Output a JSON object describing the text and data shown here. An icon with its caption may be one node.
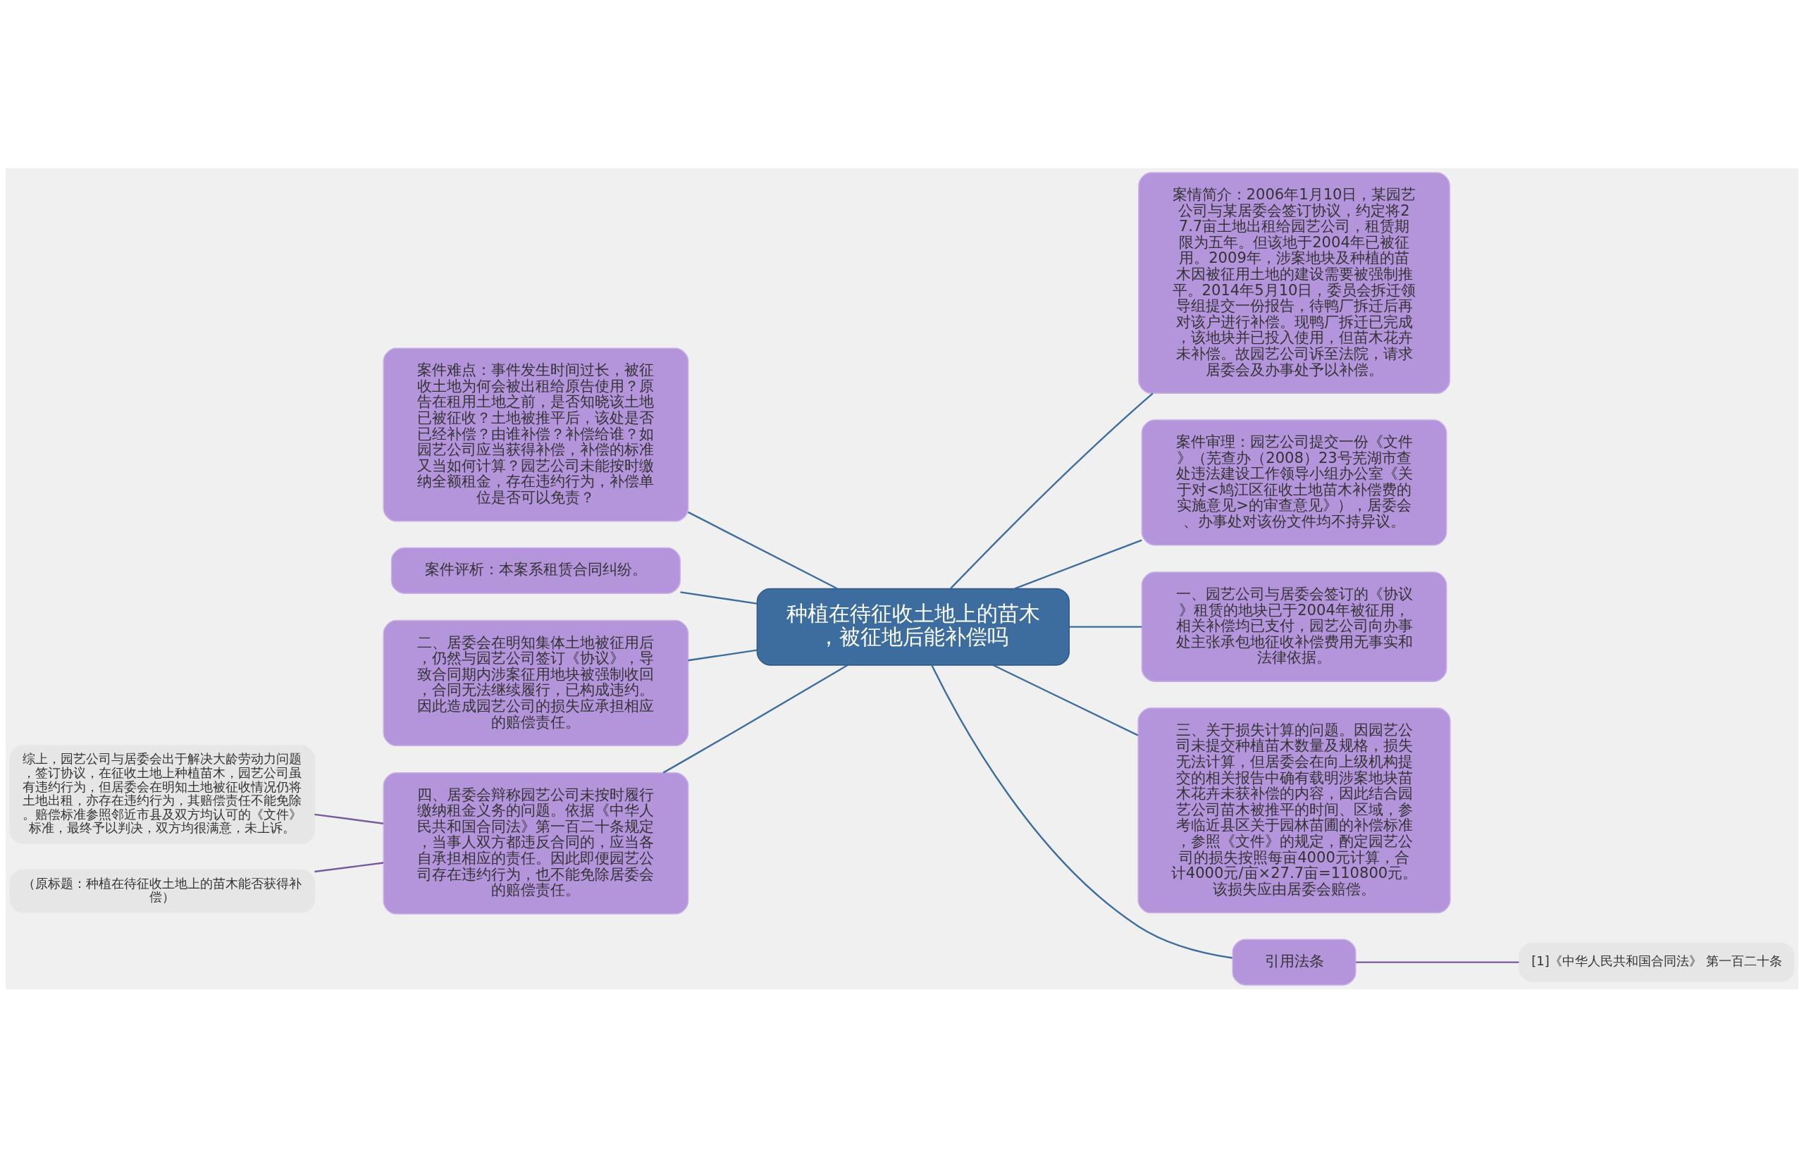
{
  "diagram": {
    "nodes": [
      {
        "text": [
          "种植在待征收土地上的苗木，被征地后能补偿吗"
        ]
      },
      {
        "text": [
          "案情简介：2006年1月10日，某园艺公司与某居委会签订协议，约定将27.7亩土地出租给园艺公司，租赁期限为五年。但该地于2004年已被征用。2009年，涉案地块及种植的苗木因被征用土地的建设需要被强制推平。2014年5月10日，委员会拆迁领导组提交一份报告，待鸭厂拆迁后再对该户进行补偿。现鸭厂拆迁已完成，该地块并已投入使用，但苗木花卉未补偿。故园艺公司诉至法院，请求居委会及办事处予以补偿。"
        ]
      },
      {
        "text": [
          "案件审理：园艺公司提交一份《文件》（芜查办（2008）23号芜湖市查处违法建设工作领导小组办公室《关于对<鸠江区征收土地苗木补偿费的实施意见>的审查意见》），居委会、办事处对该份文件均不持异议。"
        ]
      },
      {
        "text": [
          "一、园艺公司与居委会签订的《协议》租赁的地块已于2004年被征用，相关补偿均已支付，园艺公司向办事处主张承包地征收补偿费用无事实和法律依据。"
        ]
      },
      {
        "text": [
          "三、关于损失计算的问题。因园艺公司未提交种植苗木数量及规格，损失无法计算，但居委会在向上级机构提交的相关报告中确有载明涉案地块苗木花卉未获补偿的内容，因此结合园艺公司苗木被推平的时间、区域，参考临近县区关于园林苗圃的补偿标准，参照《文件》的规定，酌定园艺公司的损失按照每亩4000元计算，合计4000元/亩×27.7亩=110800元。该损失应由居委会赔偿。"
        ]
      },
      {
        "text": [
          "引用法条"
        ]
      },
      {
        "text": [
          "[1]《中华人民共和国合同法》 第一百二十条"
        ]
      },
      {
        "text": [
          "案件难点：事件发生时间过长，被征收土地为何会被出租给原告使用？原告在租用土地之前，是否知晓该土地已被征收？土地被推平后，该处是否已经补偿？由谁补偿？补偿给谁？如园艺公司应当获得补偿，补偿的标准又当如何计算？园艺公司未能按时缴纳全额租金，存在违约行为，补偿单位是否可以免责？"
        ]
      },
      {
        "text": [
          "案件评析：本案系租赁合同纠纷。"
        ]
      },
      {
        "text": [
          "二、居委会在明知集体土地被征用后，仍然与园艺公司签订《协议》，导致合同期内涉案征用地块被强制收回，合同无法继续履行，已构成违约。因此造成园艺公司的损失应承担相应的赔偿责任。"
        ]
      },
      {
        "text": [
          "四、居委会辩称园艺公司未按时履行缴纳租金义务的问题。依据《中华人民共和国合同法》第一百二十条规定，当事人双方都违反合同的，应当各自承担相应的责任。因此即便园艺公司存在违约行为，也不能免除居委会的赔偿责任。"
        ]
      },
      {
        "text": [
          "综上，园艺公司与居委会出于解决大龄劳动力问题，签订协议，在征收土地上种植苗木，园艺公司虽有违约行为，但居委会在明知土地被征收情况仍将土地出租，亦存在违约行为，其赔偿责任不能免除。赔偿标准参照邻近市县及双方均认可的《文件》标准，最终予以判决，双方均很满意，未上诉。"
        ]
      },
      {
        "text": [
          "（原标题：种植在待征收土地上的苗木能否获得补偿）"
        ]
      }
    ],
    "edges": [
      {
        "from": 0,
        "to": 7,
        "arrow": "none"
      },
      {
        "from": 0,
        "to": 8,
        "arrow": "none"
      },
      {
        "from": 0,
        "to": 9,
        "arrow": "none"
      },
      {
        "from": 0,
        "to": 10,
        "arrow": "none"
      },
      {
        "from": 10,
        "to": 11,
        "arrow": "none",
        "color": "#7a5a9e"
      },
      {
        "from": 10,
        "to": 12,
        "arrow": "none",
        "color": "#7a5a9e"
      },
      {
        "from": 0,
        "to": 1,
        "arrow": "none"
      },
      {
        "from": 0,
        "to": 2,
        "arrow": "none"
      },
      {
        "from": 0,
        "to": 3,
        "arrow": "none"
      },
      {
        "from": 0,
        "to": 4,
        "arrow": "none"
      },
      {
        "from": 0,
        "to": 5,
        "arrow": "none"
      },
      {
        "from": 5,
        "to": 6,
        "arrow": "none",
        "color": "#7a5a9e"
      }
    ]
  }
}
